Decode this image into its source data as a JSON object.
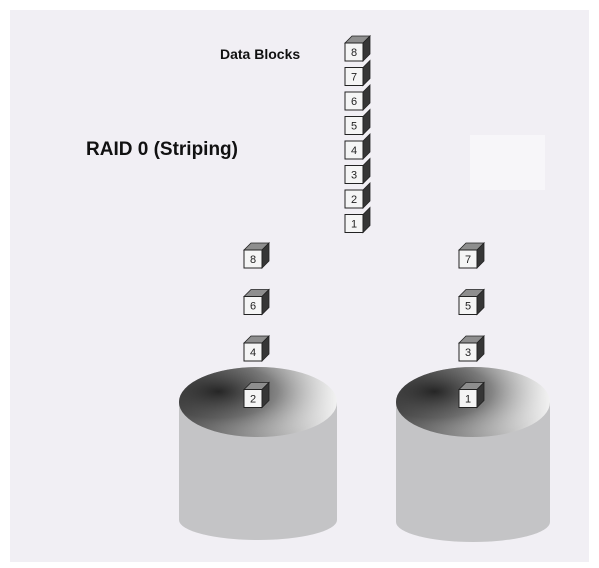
{
  "title": "RAID 0 (Striping)",
  "data_blocks_label": "Data Blocks",
  "data_blocks": [
    "8",
    "7",
    "6",
    "5",
    "4",
    "3",
    "2",
    "1"
  ],
  "disks": [
    {
      "blocks": [
        "8",
        "6",
        "4",
        "2"
      ]
    },
    {
      "blocks": [
        "7",
        "5",
        "3",
        "1"
      ]
    }
  ],
  "colors": {
    "page_background": "#f1eff4",
    "disk_body": "#c4c4c6",
    "cube_face": "#f5f5f5",
    "cube_top": "#8e8e8e",
    "cube_side": "#363636",
    "cube_outline": "#222222"
  }
}
